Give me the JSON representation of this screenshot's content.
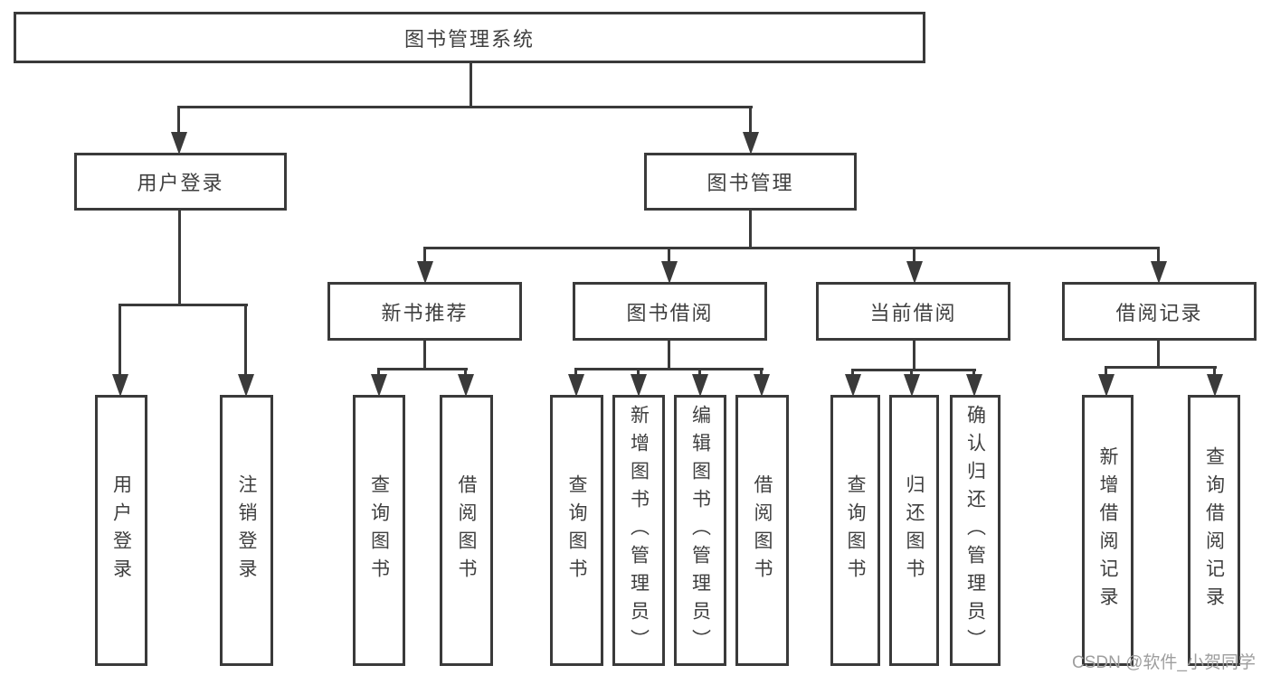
{
  "diagram": {
    "title": "图书管理系统",
    "branches": {
      "user_login": {
        "label": "用户登录",
        "children": [
          "用户登录",
          "注销登录"
        ]
      },
      "book_management": {
        "label": "图书管理",
        "sections": [
          {
            "label": "新书推荐",
            "children": [
              "查询图书",
              "借阅图书"
            ]
          },
          {
            "label": "图书借阅",
            "children": [
              "查询图书",
              "新增图书（管理员）",
              "编辑图书（管理员）",
              "借阅图书"
            ]
          },
          {
            "label": "当前借阅",
            "children": [
              "查询图书",
              "归还图书",
              "确认归还（管理员）"
            ]
          },
          {
            "label": "借阅记录",
            "children": [
              "新增借阅记录",
              "查询借阅记录"
            ]
          }
        ]
      }
    },
    "watermark": "CSDN @软件_小贺同学"
  },
  "colors": {
    "line": "#3a3a3a",
    "text": "#3f3f3f",
    "watermark": "#9e9e9e",
    "background": "#ffffff"
  }
}
